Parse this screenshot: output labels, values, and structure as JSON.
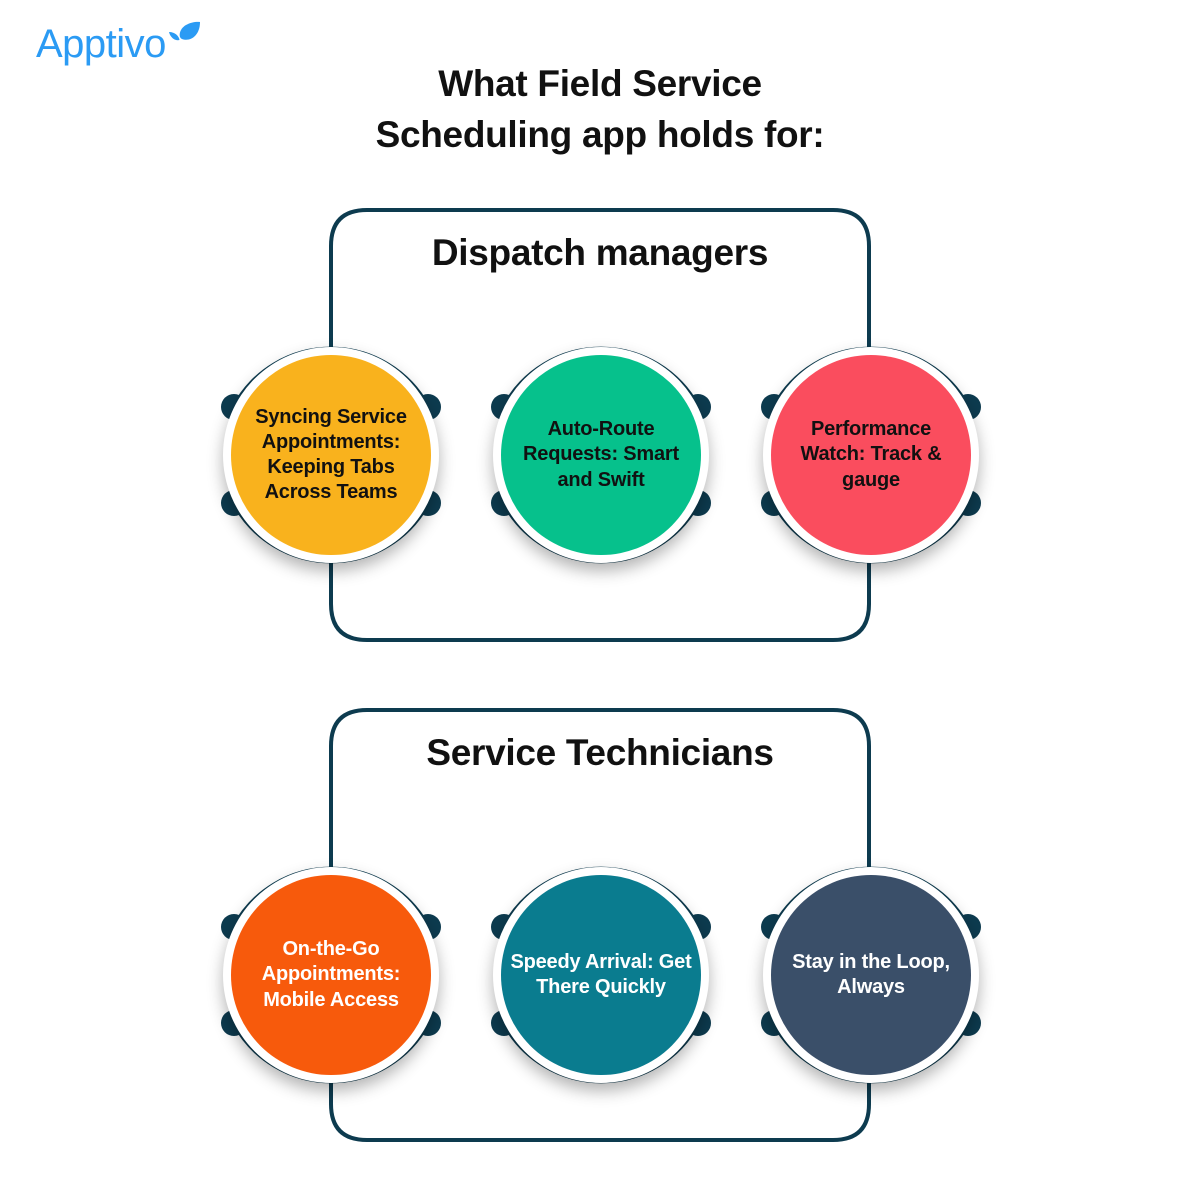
{
  "brand": {
    "name": "Apptivo",
    "color": "#2B9BF4",
    "leaf_icon": "leaf-icon"
  },
  "title": {
    "line1": "What Field Service",
    "line2": "Scheduling app holds for:"
  },
  "theme": {
    "frame_stroke": "#0D3B4F",
    "dot_fill": "#0D3B4F",
    "background": "#FFFFFF"
  },
  "sections": [
    {
      "id": "dispatch",
      "heading": "Dispatch managers",
      "nodes": [
        {
          "label": "Syncing Service Appointments: Keeping Tabs Across Teams",
          "color": "#F9B21D",
          "text_color": "#111111"
        },
        {
          "label": "Auto-Route Requests: Smart and Swift",
          "color": "#06C18C",
          "text_color": "#111111"
        },
        {
          "label": "Performance Watch: Track & gauge",
          "color": "#FA4D5E",
          "text_color": "#111111"
        }
      ]
    },
    {
      "id": "technicians",
      "heading": "Service Technicians",
      "nodes": [
        {
          "label": "On-the-Go Appointments: Mobile Access",
          "color": "#F75A0C",
          "text_color": "#FFFFFF"
        },
        {
          "label": "Speedy Arrival: Get There Quickly",
          "color": "#0A7C8F",
          "text_color": "#FFFFFF"
        },
        {
          "label": "Stay in the Loop, Always",
          "color": "#3A4F69",
          "text_color": "#FFFFFF"
        }
      ]
    }
  ]
}
